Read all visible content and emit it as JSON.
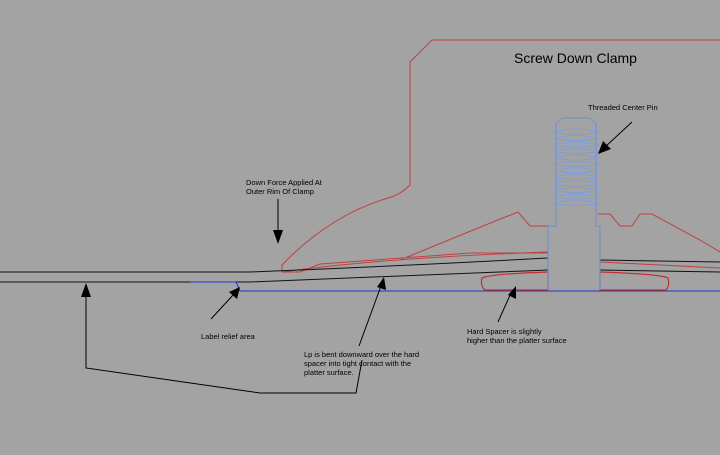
{
  "title": "Screw Down Clamp",
  "labels": {
    "center_pin": "Threaded Center Pin",
    "down_force": [
      "Down Force Applied At",
      "Outer Rim Of Clamp"
    ],
    "label_relief": "Label relief area",
    "lp_bent": [
      "Lp is bent downward over the hard",
      "spacer into tight contact with the",
      "platter surface."
    ],
    "hard_spacer": [
      "Hard Spacer is slightly",
      "higher than the platter surface"
    ]
  },
  "colors": {
    "background": "#a3a3a3",
    "clamp": "#c04040",
    "pin_outline": "#6a8fd0",
    "thread": "#7e9ed8",
    "platter": "#2233cc",
    "record": "#111111",
    "spacer": "#c03030"
  }
}
